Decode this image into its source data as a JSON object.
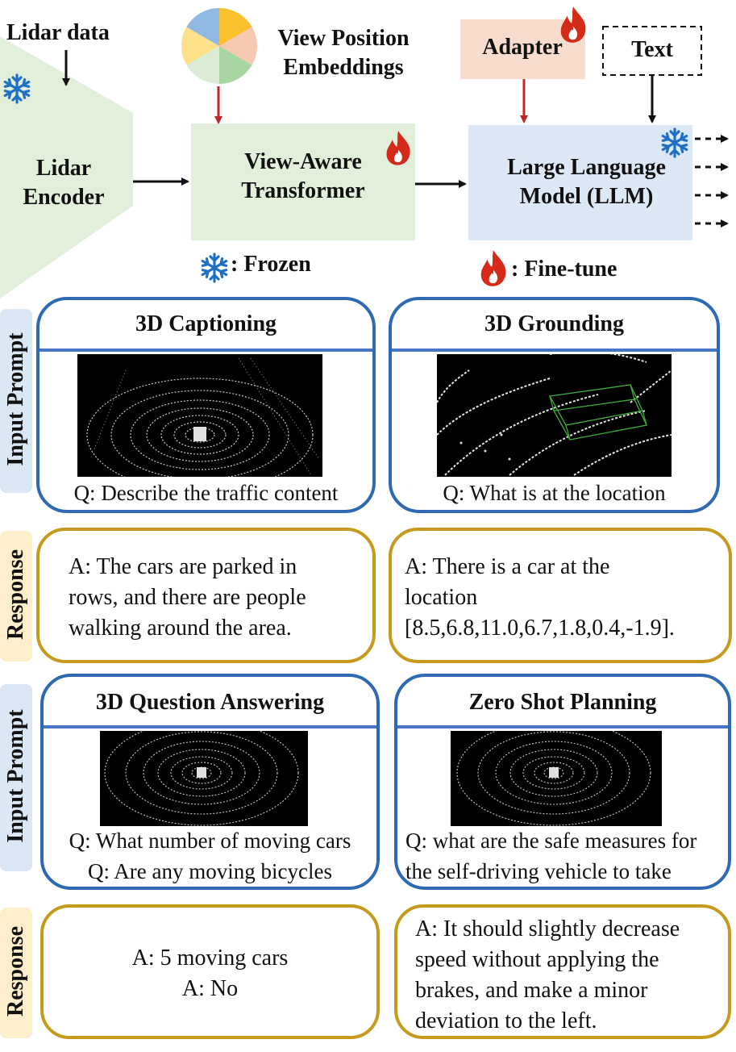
{
  "top": {
    "lidar_data": "Lidar data",
    "view_position": "View Position\nEmbeddings",
    "adapter": "Adapter",
    "text": "Text",
    "lidar_encoder": "Lidar\nEncoder",
    "view_aware": "View-Aware\nTransformer",
    "llm": "Large Language\nModel (LLM)",
    "legend_frozen": ":  Frozen",
    "legend_finetune": ":  Fine-tune"
  },
  "side_labels": {
    "input_prompt_1": "Input Prompt",
    "response_1": "Response",
    "input_prompt_2": "Input Prompt",
    "response_2": "Response"
  },
  "panels": {
    "captioning": {
      "title": "3D Captioning",
      "question": "Q: Describe the traffic content"
    },
    "grounding": {
      "title": "3D Grounding",
      "question": "Q: What is at the location"
    },
    "qa": {
      "title": "3D Question Answering",
      "q1": "Q: What number of moving cars",
      "q2": "Q: Are any moving bicycles"
    },
    "planning": {
      "title": "Zero Shot Planning",
      "q1": "Q: what are the safe measures for",
      "q2": "the self-driving vehicle to take"
    }
  },
  "responses": {
    "captioning": "A: The cars are parked in\nrows, and there are people\nwalking around the area.",
    "grounding": "A: There is a car at the\nlocation\n[8.5,6.8,11.0,6.7,1.8,0.4,-1.9].",
    "qa": "A: 5 moving cars\nA: No",
    "planning": "A: It should slightly decrease\nspeed without applying the\nbrakes, and make a minor\ndeviation to the left."
  },
  "colors": {
    "frozen_blue": "#1f6fc4",
    "fire_red": "#d42a1a",
    "arrow_red": "#c0262a",
    "panel_blue": "#2e6ab3",
    "panel_gold": "#c59a1d",
    "encoder_green": "#e2efda",
    "llm_blue": "#dce8f6",
    "adapter_peach": "#f8dccd"
  },
  "icons": [
    "snowflake-icon",
    "fire-icon",
    "pie-embedding-icon"
  ]
}
